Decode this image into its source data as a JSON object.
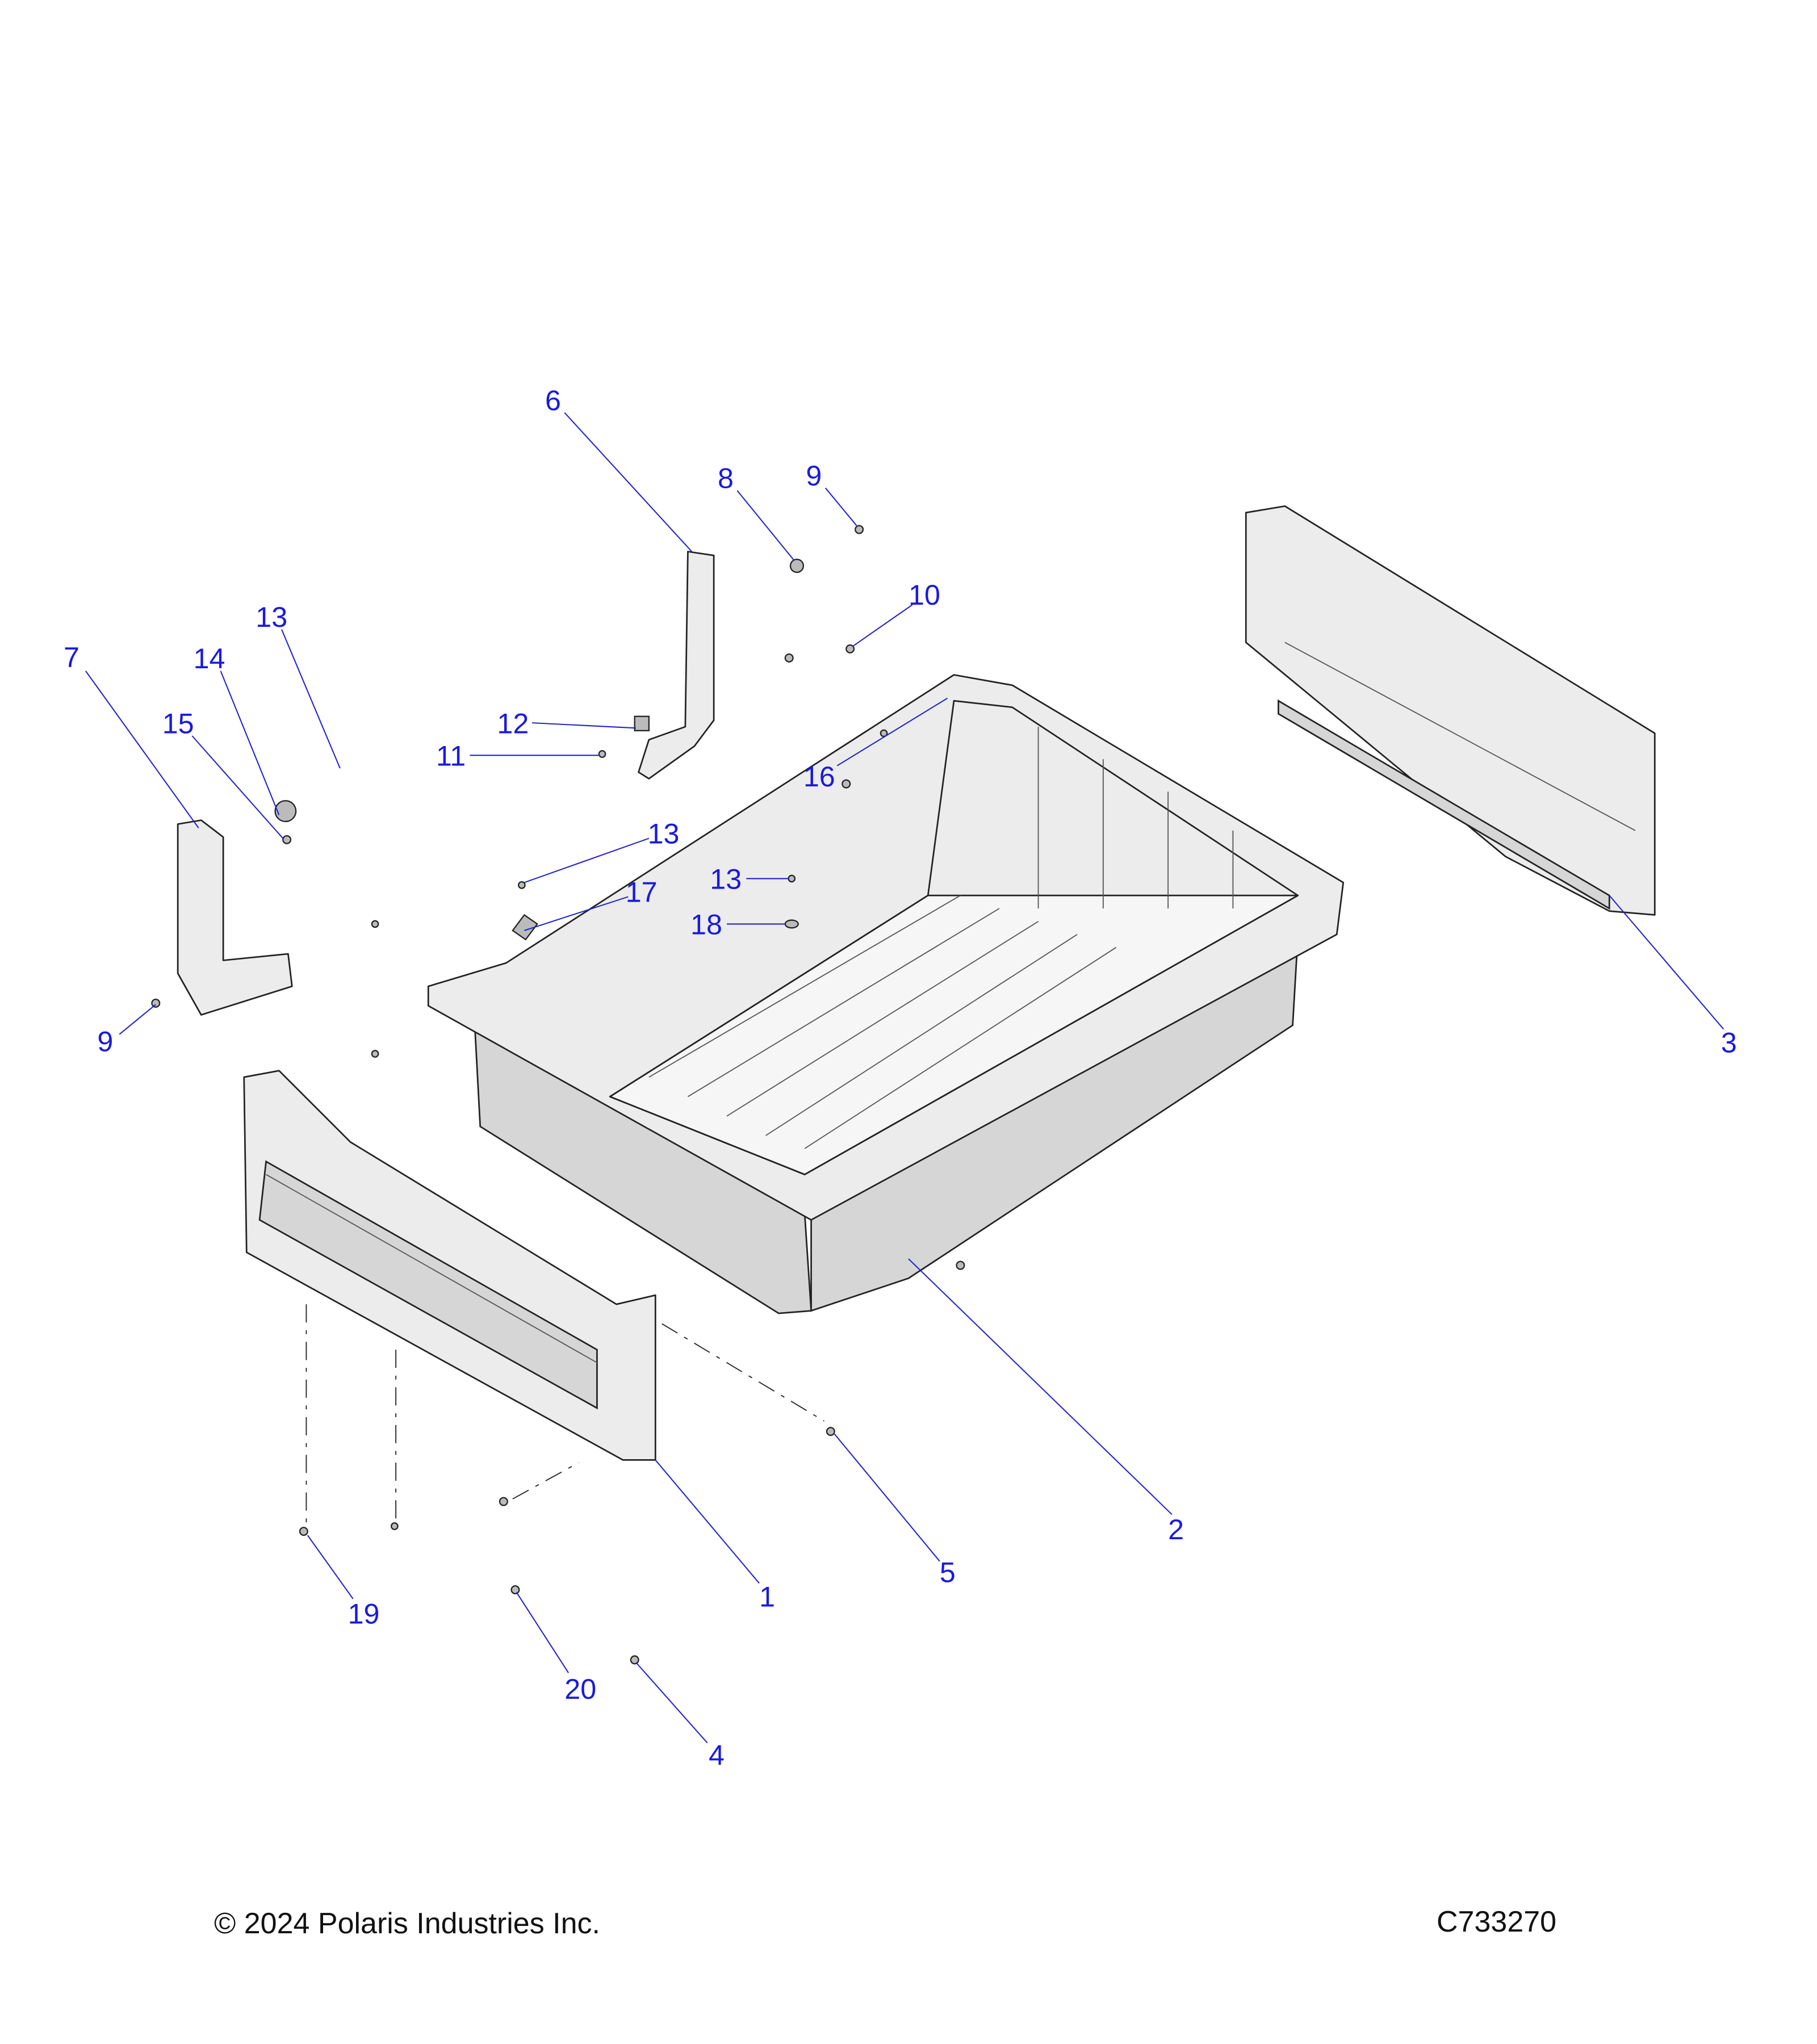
{
  "footer": {
    "copyright": "© 2024 Polaris Industries Inc.",
    "drawing_number": "C733270"
  },
  "callouts": {
    "c1": "1",
    "c2": "2",
    "c3": "3",
    "c4": "4",
    "c5": "5",
    "c6": "6",
    "c7": "7",
    "c8": "8",
    "c9a": "9",
    "c9b": "9",
    "c10": "10",
    "c11": "11",
    "c12": "12",
    "c13a": "13",
    "c13b": "13",
    "c13c": "13",
    "c14": "14",
    "c15": "15",
    "c16": "16",
    "c17": "17",
    "c18": "18",
    "c19": "19",
    "c20": "20"
  },
  "colors": {
    "callout": "#1a1add",
    "line": "#222222"
  }
}
